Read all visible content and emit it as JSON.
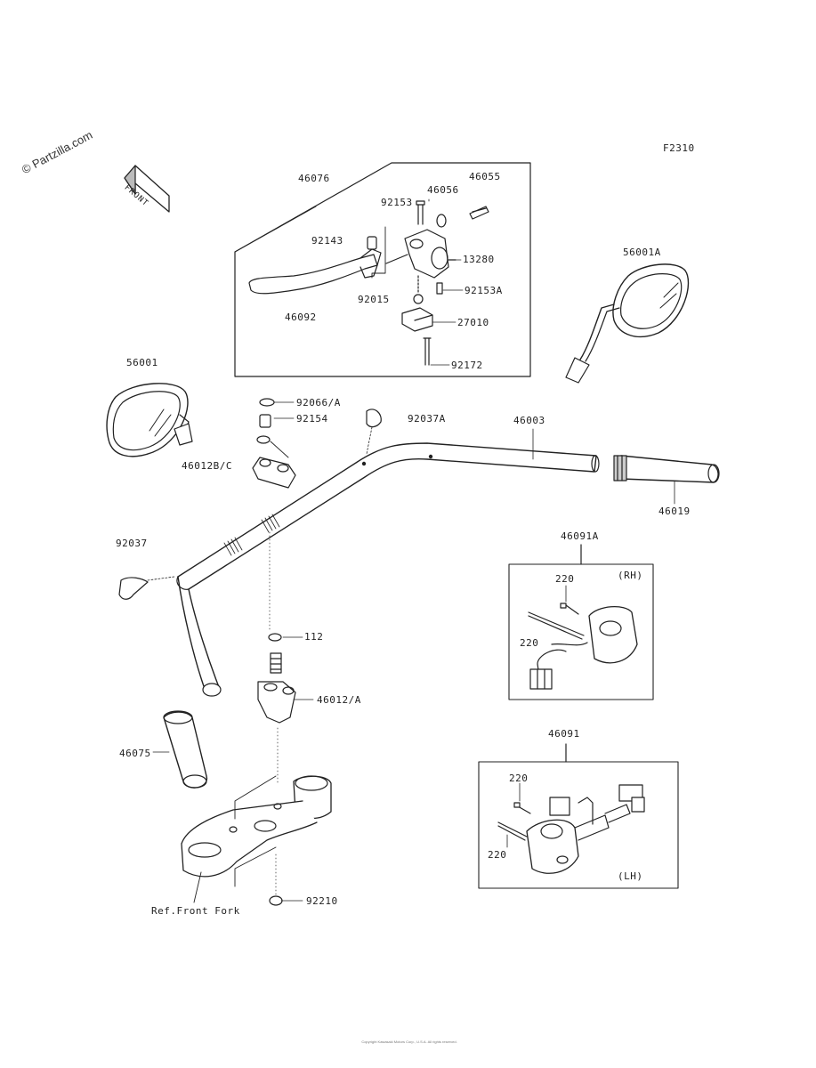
{
  "watermark": "© Partzilla.com",
  "figure_code": "F2310",
  "front_arrow_text": "FRONT",
  "ref_label": "Ref.Front Fork",
  "copyright_line": "Copyright Kawasaki Motors Corp., U.S.A. All rights reserved.",
  "parts": {
    "p46076": "46076",
    "p92153": "92153",
    "p46056": "46056",
    "p46055": "46055",
    "p92143": "92143",
    "p13280": "13280",
    "p92015": "92015",
    "p92153A": "92153A",
    "p46092": "46092",
    "p27010": "27010",
    "p92172": "92172",
    "p56001A": "56001A",
    "p56001": "56001",
    "p92066A": "92066/A",
    "p92154": "92154",
    "p92037A": "92037A",
    "p46003": "46003",
    "p46012BC": "46012B/C",
    "p46019": "46019",
    "p92037": "92037",
    "p46091A": "46091A",
    "rh": "(RH)",
    "p220a": "220",
    "p220b": "220",
    "p112": "112",
    "p46012A": "46012/A",
    "p46075": "46075",
    "p46091": "46091",
    "p220c": "220",
    "p220d": "220",
    "lh": "(LH)",
    "p92210": "92210"
  }
}
